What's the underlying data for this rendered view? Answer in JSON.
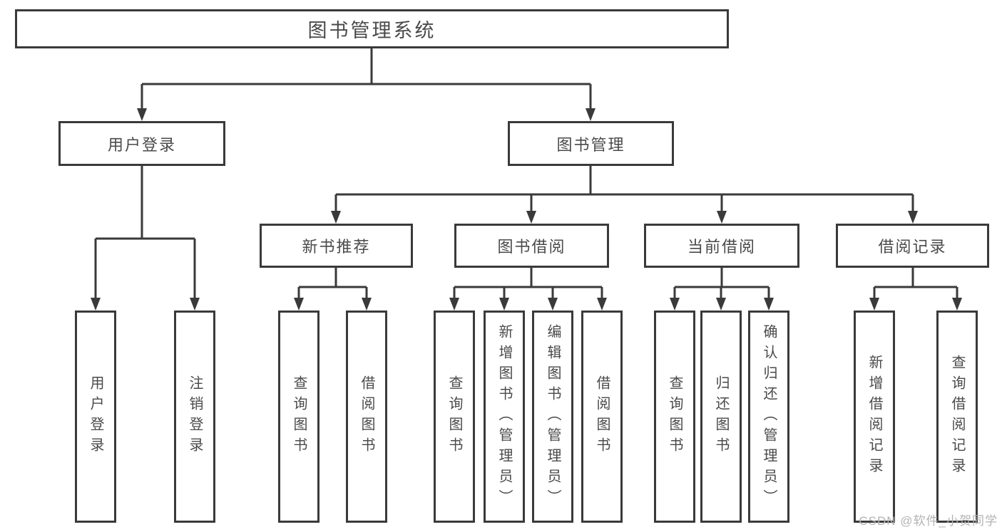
{
  "diagram": {
    "root": {
      "label": "图书管理系统"
    },
    "branches": [
      {
        "label": "用户登录",
        "children": [
          {
            "label": "用户登录"
          },
          {
            "label": "注销登录"
          }
        ]
      },
      {
        "label": "图书管理",
        "children": [
          {
            "label": "新书推荐",
            "children": [
              {
                "label": "查询图书"
              },
              {
                "label": "借阅图书"
              }
            ]
          },
          {
            "label": "图书借阅",
            "children": [
              {
                "label": "查询图书"
              },
              {
                "label": "新增图书（管理员）"
              },
              {
                "label": "编辑图书（管理员）"
              },
              {
                "label": "借阅图书"
              }
            ]
          },
          {
            "label": "当前借阅",
            "children": [
              {
                "label": "查询图书"
              },
              {
                "label": "归还图书"
              },
              {
                "label": "确认归还（管理员）"
              }
            ]
          },
          {
            "label": "借阅记录",
            "children": [
              {
                "label": "新增借阅记录"
              },
              {
                "label": "查询借阅记录"
              }
            ]
          }
        ]
      }
    ]
  },
  "watermark": {
    "text": "CSDN @软件_小贺同学"
  },
  "colors": {
    "line": "#3a3a3a",
    "text": "#4a4a4a",
    "watermark": "#b3b3b3",
    "background": "#ffffff"
  }
}
